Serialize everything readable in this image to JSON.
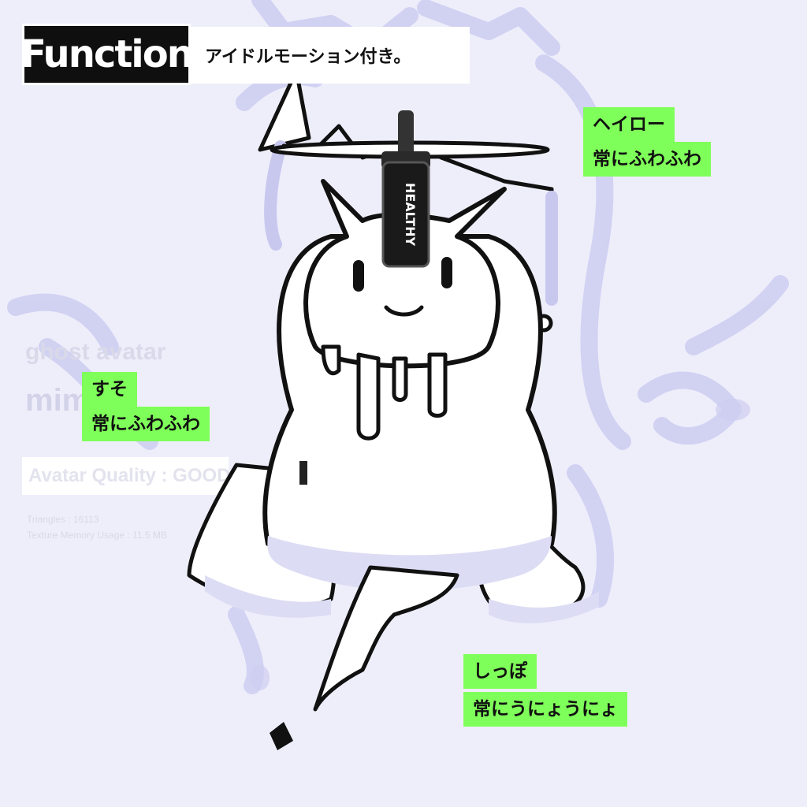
{
  "header": {
    "label": "Function",
    "description": "アイドルモーション付き。"
  },
  "watermark": {
    "name_line1": "ghost avatar",
    "name_line2": "mimic",
    "quality": "Avatar Quality : GOOD",
    "triangles": "Triangles : 16113",
    "texture_memory": "Texture Memory Usage : 11.5 MB"
  },
  "keychain": {
    "text": "HEALTHY"
  },
  "callouts": {
    "halo": {
      "title": "ヘイロー",
      "desc": "常にふわふわ"
    },
    "sleeve": {
      "title": "すそ",
      "desc": "常にふわふわ"
    },
    "tail": {
      "title": "しっぽ",
      "desc": "常にうにょうにょ"
    }
  },
  "colors": {
    "background": "#eeeefb",
    "tag_green": "#7fff5a",
    "header_dark": "#0f0f0f",
    "bg_scribble": "#c8c8f0",
    "shadow_lavender": "#dcdcf4"
  }
}
